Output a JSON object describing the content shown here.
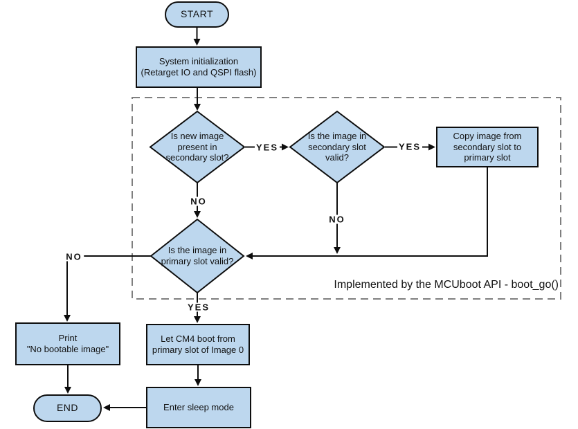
{
  "diagram": {
    "region": {
      "label": "Implemented by the MCUboot API - boot_go()"
    },
    "nodes": {
      "start": {
        "label": "START"
      },
      "system_init": {
        "label": "System initialization\n(Retarget IO and QSPI flash)"
      },
      "new_image": {
        "label": "Is new image\npresent in\nsecondary slot?"
      },
      "secondary_valid": {
        "label": "Is the image in\nsecondary slot\nvalid?"
      },
      "copy_image": {
        "label": "Copy image from\nsecondary slot to\nprimary slot"
      },
      "primary_valid": {
        "label": "Is the image in\nprimary slot valid?"
      },
      "print_no_image": {
        "label": "Print\n\"No bootable image\""
      },
      "cm4_boot": {
        "label": "Let CM4 boot from\nprimary slot of Image 0"
      },
      "enter_sleep": {
        "label": "Enter sleep mode"
      },
      "end": {
        "label": "END"
      }
    },
    "edge_labels": {
      "yes": "YES",
      "no": "NO"
    },
    "colors": {
      "node_fill": "#bdd7ee",
      "node_stroke": "#0d0d0d",
      "connector": "#0d0d0d",
      "dashed_region_border": "#7f7f7f",
      "background": "#ffffff"
    }
  }
}
